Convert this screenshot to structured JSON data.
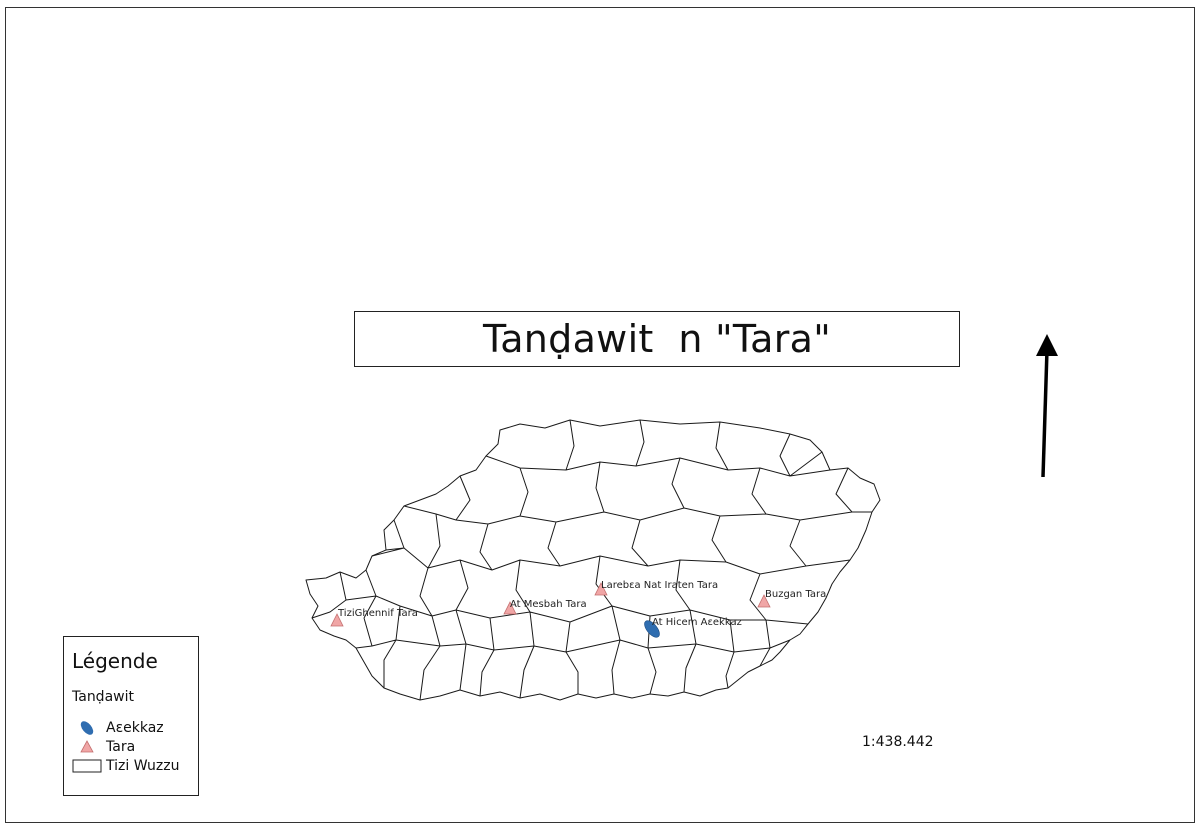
{
  "map": {
    "title": "Tanḍawit  n \"Tara\"",
    "scale": "1:438.442",
    "colors": {
      "tara": "#f0a6a6",
      "tara_stroke": "#c46f6f",
      "aekkaz": "#2f6db0",
      "boundary": "#1a1a1a",
      "north_arrow": "#000000"
    },
    "north_arrow_icon": "north-arrow-icon",
    "places": [
      {
        "label": "TiziGhennif  Tara",
        "kind": "Tara"
      },
      {
        "label": "At Mesbah  Tara",
        "kind": "Tara"
      },
      {
        "label": "Larebɛa Nat Iraten  Tara",
        "kind": "Tara"
      },
      {
        "label": "Buzgan  Tara",
        "kind": "Tara"
      },
      {
        "label": "At Hicem  Aɛekkaz",
        "kind": "Aɛekkaz"
      }
    ]
  },
  "legend": {
    "title": "Légende",
    "group": "Tanḍawit",
    "items": [
      {
        "label": "Aɛekkaz",
        "icon": "ellipse-icon"
      },
      {
        "label": "Tara",
        "icon": "triangle-icon"
      },
      {
        "label": "Tizi Wuzzu",
        "icon": "rectangle-icon"
      }
    ]
  }
}
